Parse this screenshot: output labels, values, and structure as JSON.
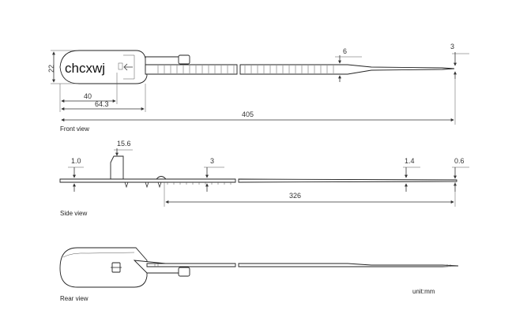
{
  "logo": "chcxwj",
  "views": {
    "front": "Front view",
    "side": "Side view",
    "rear": "Rear view"
  },
  "unit": "unit:mm",
  "dimensions": {
    "front_height": "22",
    "front_width_6": "6",
    "front_tip_3": "3",
    "front_40": "40",
    "front_643": "64.3",
    "front_total": "405",
    "side_156": "15.6",
    "side_10": "1.0",
    "side_3": "3",
    "side_14": "1.4",
    "side_06": "0.6",
    "side_326": "326"
  }
}
